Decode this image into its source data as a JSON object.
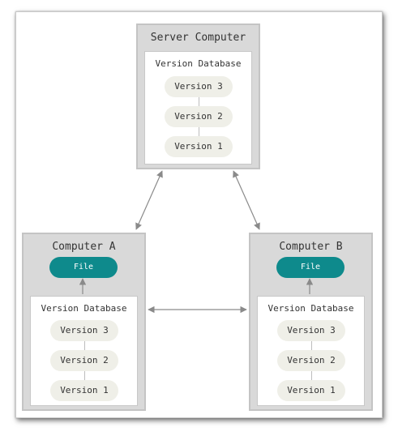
{
  "server": {
    "title": "Server Computer",
    "db_title": "Version Database",
    "versions": [
      "Version 3",
      "Version 2",
      "Version 1"
    ]
  },
  "computer_a": {
    "title": "Computer A",
    "file_label": "File",
    "db_title": "Version Database",
    "versions": [
      "Version 3",
      "Version 2",
      "Version 1"
    ]
  },
  "computer_b": {
    "title": "Computer B",
    "file_label": "File",
    "db_title": "Version Database",
    "versions": [
      "Version 3",
      "Version 2",
      "Version 1"
    ]
  },
  "colors": {
    "file_fill": "#0e8a8c",
    "version_fill": "#efefe8",
    "computer_fill": "#d9d9d9",
    "arrow": "#8a8a8a"
  }
}
